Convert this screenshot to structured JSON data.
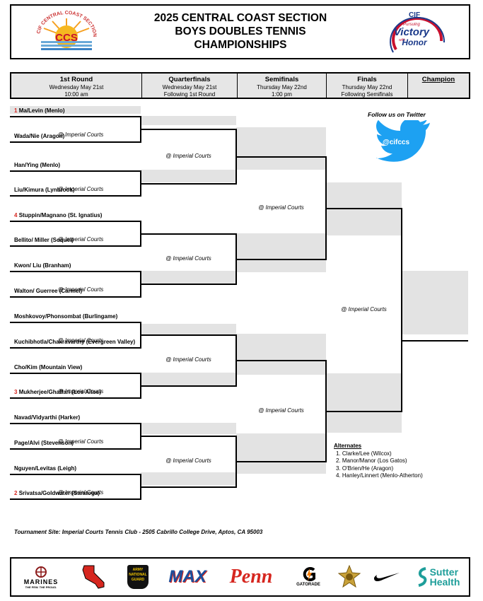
{
  "header": {
    "line1": "2025 CENTRAL COAST SECTION",
    "line2": "BOYS DOUBLES TENNIS",
    "line3": "CHAMPIONSHIPS",
    "ccs_logo_arc": "CIF CENTRAL COAST SECTION",
    "ccs_logo_text": "CCS",
    "cif_logo": {
      "cif": "CIF",
      "pursuing": "Pursuing",
      "victory": "Victory",
      "with": "with",
      "honor": "Honor"
    }
  },
  "rounds": [
    {
      "name": "1st Round",
      "day": "Wednesday May 21st",
      "time": "10:00 am"
    },
    {
      "name": "Quarterfinals",
      "day": "Wednesday May 21st",
      "time": "Following 1st Round"
    },
    {
      "name": "Semifinals",
      "day": "Thursday May 22nd",
      "time": "1:00 pm"
    },
    {
      "name": "Finals",
      "day": "Thursday May 22nd",
      "time": "Following Semifinals"
    },
    {
      "name": "Champion",
      "day": "",
      "time": ""
    }
  ],
  "venue": "@ Imperial Courts",
  "teams": [
    {
      "seed": "1",
      "name": "Ma/Levin (Menlo)"
    },
    {
      "seed": "",
      "name": "Wada/Nie (Aragon)"
    },
    {
      "seed": "",
      "name": "Han/Ying (Menlo)"
    },
    {
      "seed": "",
      "name": "Liu/Kimura (Lynbrook)"
    },
    {
      "seed": "4",
      "name": "Stuppin/Magnano (St. Ignatius)"
    },
    {
      "seed": "",
      "name": "Bellito/ Miller (Soquel)"
    },
    {
      "seed": "",
      "name": "Kwon/ Liu (Branham)"
    },
    {
      "seed": "",
      "name": "Walton/ Guerree (Carmel)"
    },
    {
      "seed": "",
      "name": "Moshkovoy/Phonsombat (Burlingame)"
    },
    {
      "seed": "",
      "name": "Kuchibhotla/Chakravarthy (Evergreen Valley)"
    },
    {
      "seed": "",
      "name": "Cho/Kim (Mountain View)"
    },
    {
      "seed": "3",
      "name": "Mukherjee/Ghaffari (Los Altos)"
    },
    {
      "seed": "",
      "name": "Navad/Vidyarthi (Harker)"
    },
    {
      "seed": "",
      "name": "Page/Alvi (Stevenson)"
    },
    {
      "seed": "",
      "name": "Nguyen/Levitas (Leigh)"
    },
    {
      "seed": "2",
      "name": "Srivatsa/Goldwater (Saratoga)"
    }
  ],
  "twitter": {
    "follow": "Follow us on Twitter",
    "handle": "@cifccs"
  },
  "alternates": {
    "title": "Alternates",
    "items": [
      "1. Clarke/Lee (Wilcox)",
      "2. Manor/Manor (Los Gatos)",
      "3. O'Brien/He (Aragon)",
      "4. Hanley/Linnert (Menlo-Atherton)"
    ]
  },
  "site": "Tournament Site: Imperial Courts Tennis Club - 2505 Cabrillo College Drive, Aptos, CA 95003",
  "sponsors": {
    "marines": "MARINES",
    "marines_tag": "THE FEW. THE PROUD.",
    "army_l1": "ARMY",
    "army_l2": "NATIONAL",
    "army_l3": "GUARD",
    "max": "MAX",
    "penn": "Penn",
    "gatorade": "GATORADE",
    "sutter1": "Sutter",
    "sutter2": "Health"
  },
  "colors": {
    "seed": "#d6261f",
    "twitter": "#1da1f2",
    "shade": "#e3e3e3",
    "sutter": "#1e9e9a",
    "penn": "#d6261f",
    "max": "#1b4f9c"
  }
}
